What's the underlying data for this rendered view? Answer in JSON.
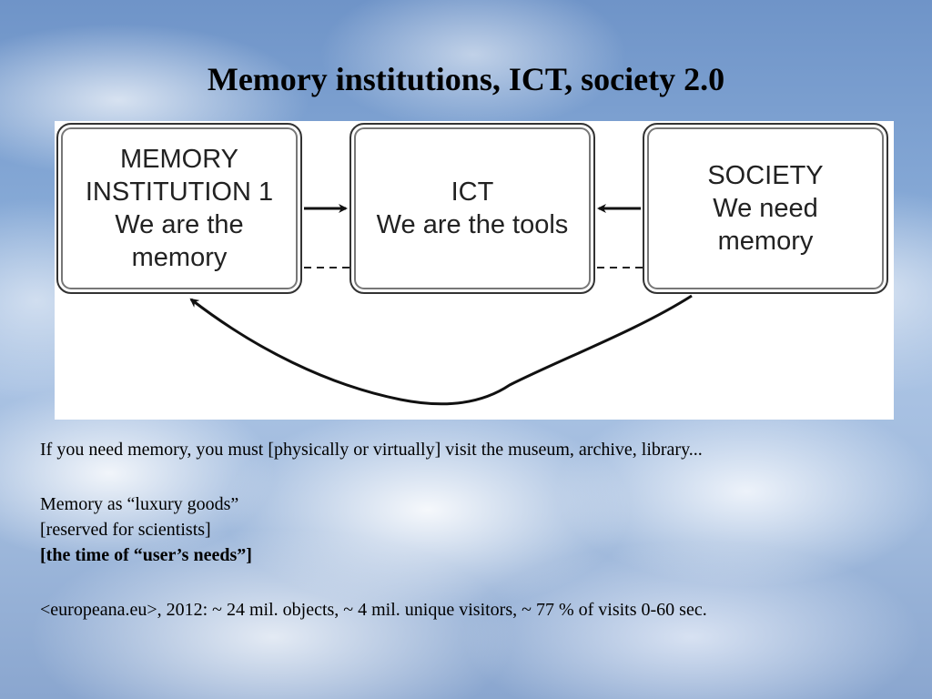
{
  "slide": {
    "title": "Memory institutions, ICT, society 2.0"
  },
  "diagram": {
    "boxes": [
      {
        "lines": [
          "MEMORY",
          "INSTITUTION 1",
          "We are the",
          "memory"
        ]
      },
      {
        "lines": [
          "ICT",
          "We are the tools"
        ]
      },
      {
        "lines": [
          "SOCIETY",
          "We need",
          "memory"
        ]
      }
    ]
  },
  "body": {
    "line1": "If you need memory, you must [physically or virtually] visit the museum, archive, library...",
    "line2": "Memory as “luxury goods”",
    "line3": "[reserved for scientists]",
    "line4": "[the time of “user’s needs”]",
    "line5": "<europeana.eu>, 2012: ~ 24 mil. objects, ~ 4 mil. unique visitors, ~ 77 % of visits 0-60 sec."
  }
}
